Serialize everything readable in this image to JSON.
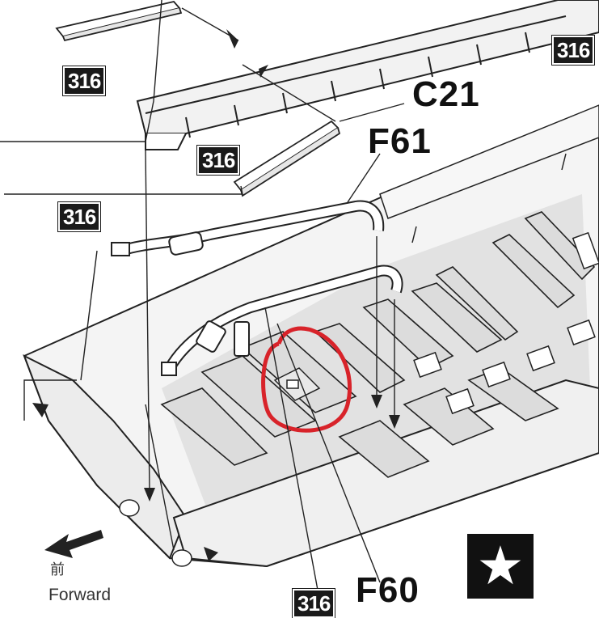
{
  "labels": {
    "c21": "C21",
    "f61": "F61",
    "f60": "F60"
  },
  "badges": {
    "top_right": "316",
    "top_left": "316",
    "mid_rail": "316",
    "left_hose": "316",
    "bottom": "316"
  },
  "forward": {
    "japanese": "前",
    "english": "Forward"
  },
  "star": {
    "glyph": "★"
  },
  "colors": {
    "line": "#222222",
    "shade": "#d6d6d6",
    "highlight_circle": "#d8232a"
  }
}
